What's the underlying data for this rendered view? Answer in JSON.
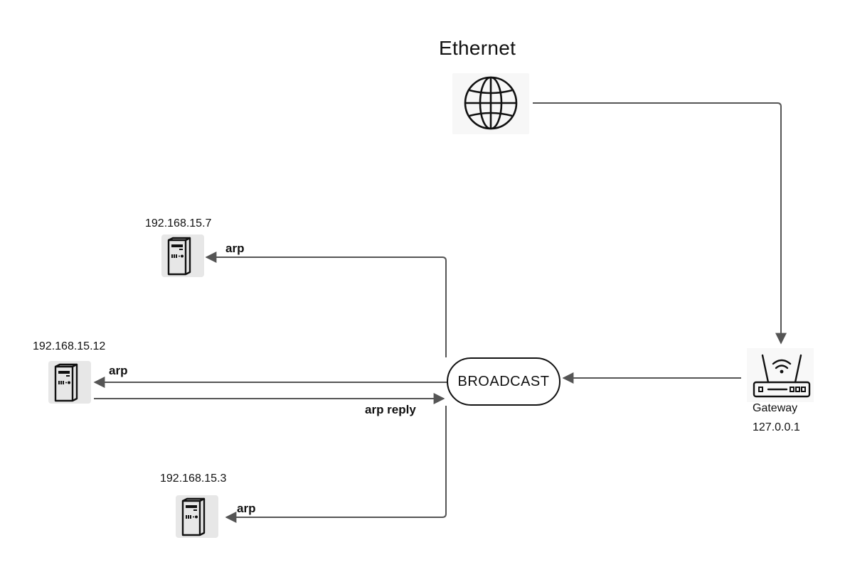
{
  "title": "Ethernet",
  "icons": {
    "globe": "globe-icon",
    "router": "wifi-router-icon",
    "host": "server-tower-icon"
  },
  "hosts": [
    {
      "ip": "192.168.15.7"
    },
    {
      "ip": "192.168.15.12"
    },
    {
      "ip": "192.168.15.3"
    }
  ],
  "hub": {
    "label": "BROADCAST"
  },
  "gateway": {
    "name": "Gateway",
    "ip": "127.0.0.1"
  },
  "edges": {
    "arp_label": "arp",
    "reply_label": "arp reply"
  },
  "colors": {
    "line": "#555555",
    "stroke": "#111111"
  }
}
